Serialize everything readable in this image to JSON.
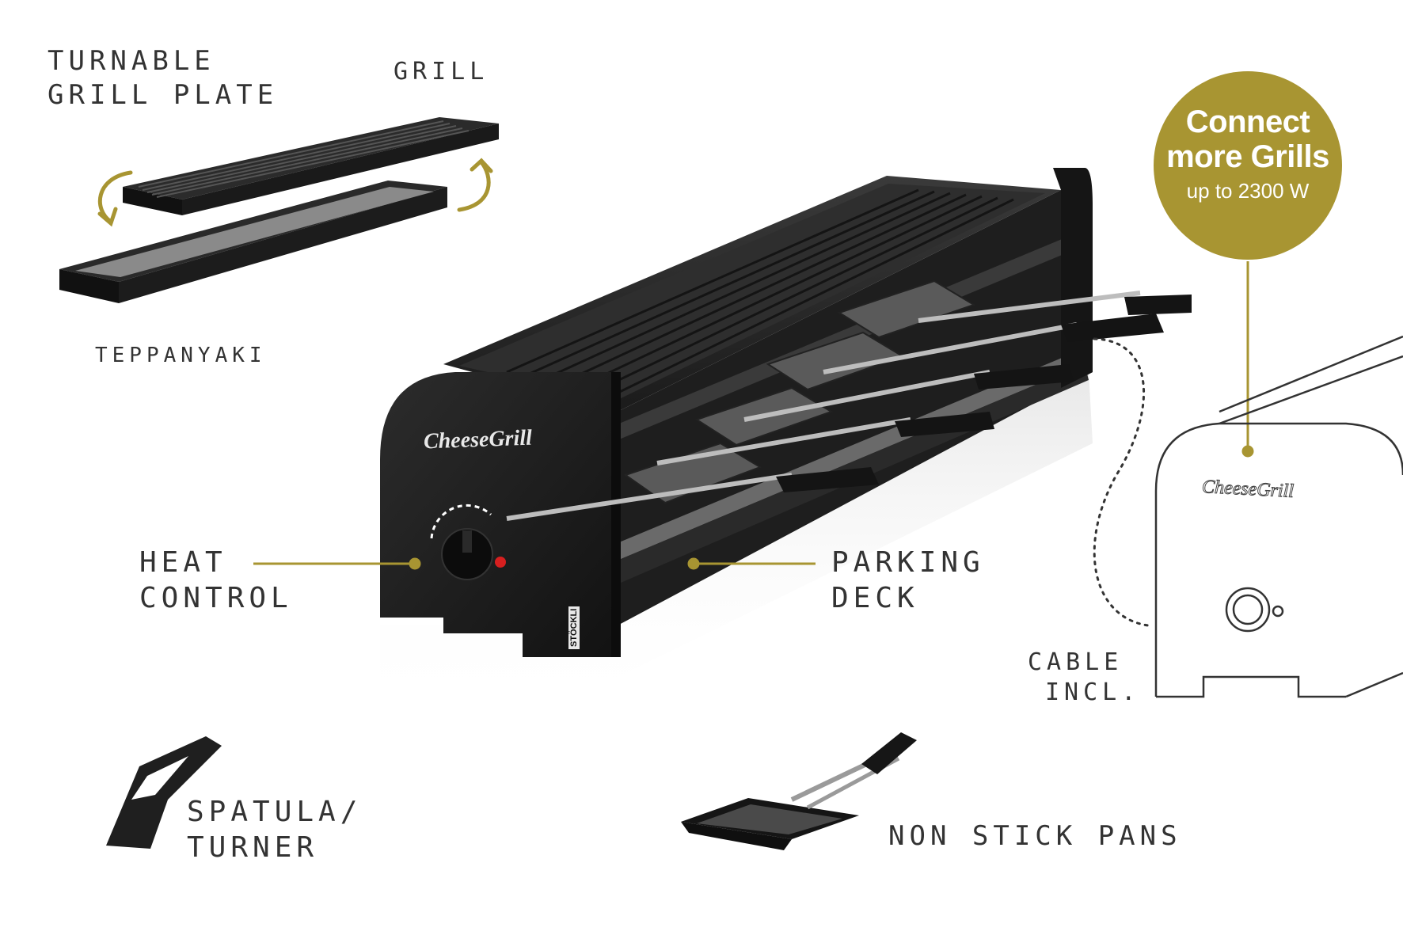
{
  "labels": {
    "turnable_plate": {
      "line1": "Turnable",
      "line2": "grill plate"
    },
    "grill": "Grill",
    "teppanyaki": "Teppanyaki",
    "heat_control": {
      "line1": "Heat",
      "line2": "control"
    },
    "parking_deck": {
      "line1": "Parking",
      "line2": "deck"
    },
    "cable": {
      "line1": "Cable",
      "line2": "incl."
    },
    "spatula": {
      "line1": "Spatula/",
      "line2": "turner"
    },
    "pans": "Non stick pans"
  },
  "badge": {
    "line1": "Connect",
    "line2": "more Grills",
    "line3": "up to 2300 W"
  },
  "brand": {
    "logo": "CheeseGrill",
    "maker": "STÖCKLI"
  },
  "colors": {
    "accent_gold": "#a89532",
    "product_black": "#1a1a1a",
    "knob_indicator": "#d61f1f"
  }
}
